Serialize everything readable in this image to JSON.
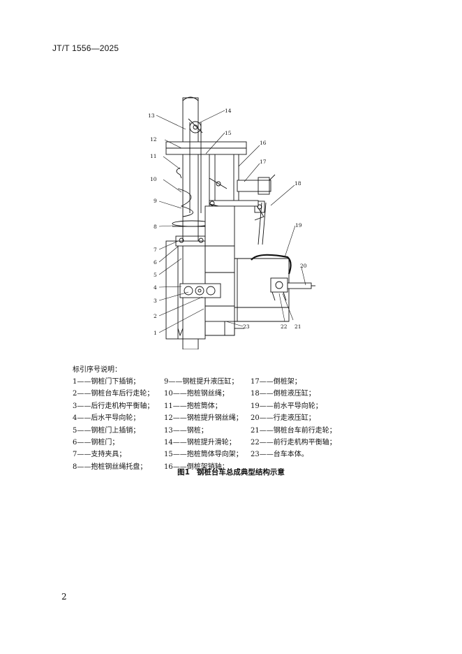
{
  "header": {
    "standard_code": "JT/T 1556—2025"
  },
  "figure": {
    "callouts": [
      "1",
      "2",
      "3",
      "4",
      "5",
      "6",
      "7",
      "8",
      "9",
      "10",
      "11",
      "12",
      "13",
      "14",
      "15",
      "16",
      "17",
      "18",
      "19",
      "20",
      "21",
      "22",
      "23"
    ]
  },
  "legend": {
    "title": "标引序号说明：",
    "items": [
      "1——钢桩门下插销；",
      "2——钢桩台车后行走轮；",
      "3——后行走机构平衡轴；",
      "4——后水平导向轮；",
      "5——钢桩门上插销；",
      "6——钢桩门；",
      "7——支持夹具；",
      "8——抱桩钢丝绳托盘；",
      "9——钢桩提升液压缸；",
      "10——抱桩钢丝绳；",
      "11——抱桩筒体；",
      "12——钢桩提升钢丝绳；",
      "13——钢桩；",
      "14——钢桩提升滑轮；",
      "15——抱桩筒体导向架；",
      "16——倒桩架销轴；",
      "17——倒桩架；",
      "18——倒桩液压缸；",
      "19——前水平导向轮；",
      "20——行走液压缸；",
      "21——钢桩台车前行走轮；",
      "22——前行走机构平衡轴；",
      "23——台车本体。"
    ]
  },
  "caption": {
    "number": "图1",
    "title": "钢桩台车总成典型结构示意"
  },
  "page_number": "2"
}
